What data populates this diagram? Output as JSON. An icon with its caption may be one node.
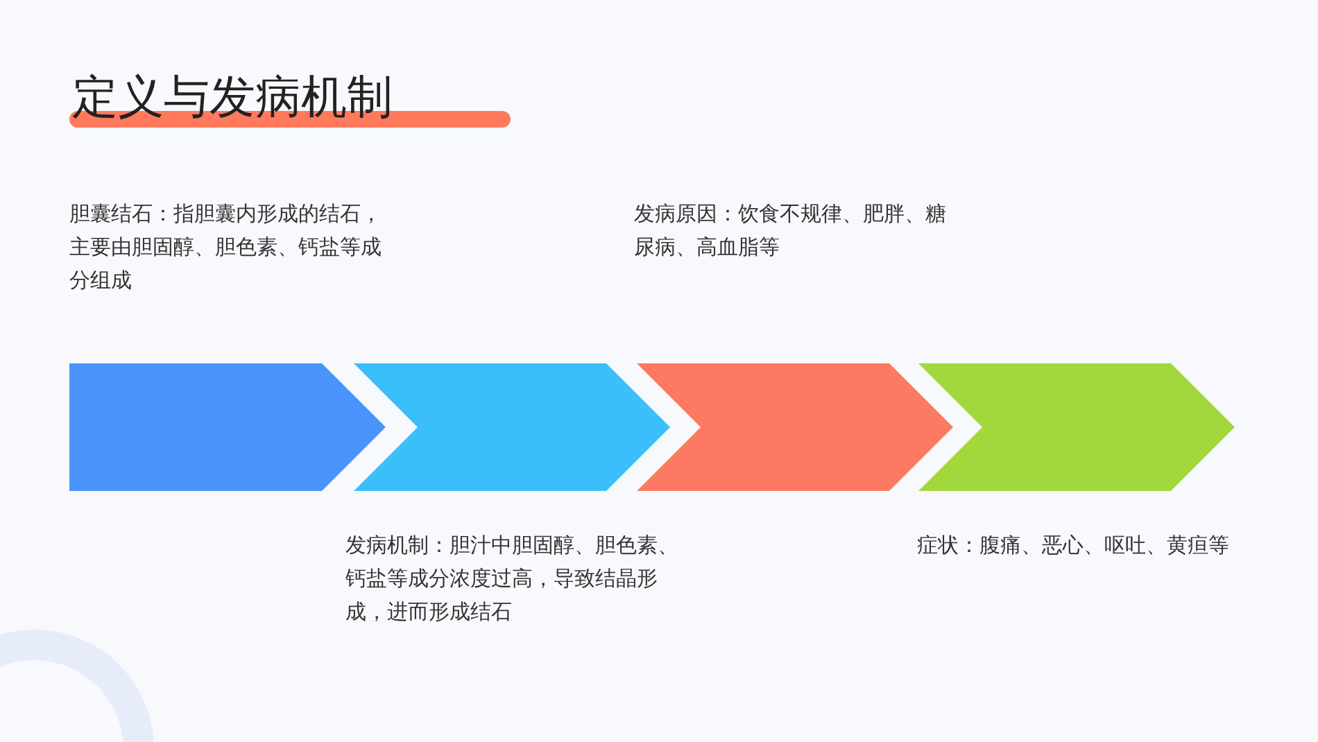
{
  "diagram": {
    "title": "定义与发病机制",
    "nodes": [
      {
        "text": [],
        "shape": "chevron"
      },
      {
        "text": [],
        "shape": "chevron"
      },
      {
        "text": [],
        "shape": "chevron"
      },
      {
        "text": [],
        "shape": "chevron"
      }
    ],
    "edges": [],
    "labels": [
      "胆囊结石：指胆囊内形成的结石，主要由胆固醇、胆色素、钙盐等成分组成",
      "发病原因：饮食不规律、肥胖、糖尿病、高血脂等",
      "发病机制：胆汁中胆固醇、胆色素、钙盐等成分浓度过高，导致结晶形成，进而形成结石",
      "症状：腹痛、恶心、呕吐、黄疸等"
    ]
  }
}
